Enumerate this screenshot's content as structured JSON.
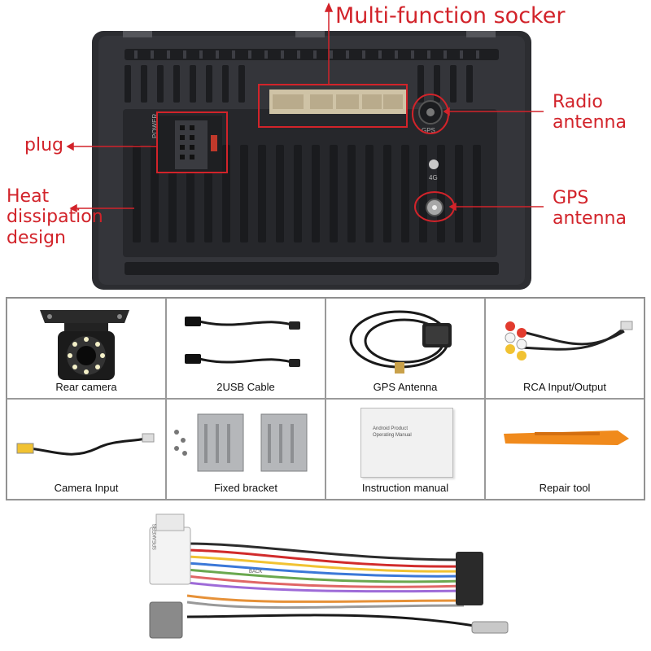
{
  "labels": {
    "multi_function": "Multi-function socker",
    "radio_1": "Radio",
    "radio_2": "antenna",
    "plug": "plug",
    "heat_1": "Heat",
    "heat_2": "dissipation",
    "heat_3": "design",
    "gps_1": "GPS",
    "gps_2": "antenna"
  },
  "unit_marks": {
    "power": "POWER",
    "gps_port": "GPS",
    "port_4g": "4G"
  },
  "accessories": [
    {
      "caption": "Rear camera"
    },
    {
      "caption": "2USB  Cable"
    },
    {
      "caption": "GPS  Antenna"
    },
    {
      "caption": "RCA Input/Output"
    },
    {
      "caption": "Camera  Input"
    },
    {
      "caption": "Fixed bracket"
    },
    {
      "caption": "Instruction manual"
    },
    {
      "caption": "Repair tool"
    }
  ],
  "manual_text": {
    "line1": "Android Product",
    "line2": "Operating Manual"
  },
  "harness_tags": {
    "tag1": "SPEAKERS",
    "tag2": "BACK"
  },
  "colors": {
    "annotation_red": "#d2232a",
    "unit_body": "#2e2f33",
    "orange_tool": "#f08a1c"
  }
}
